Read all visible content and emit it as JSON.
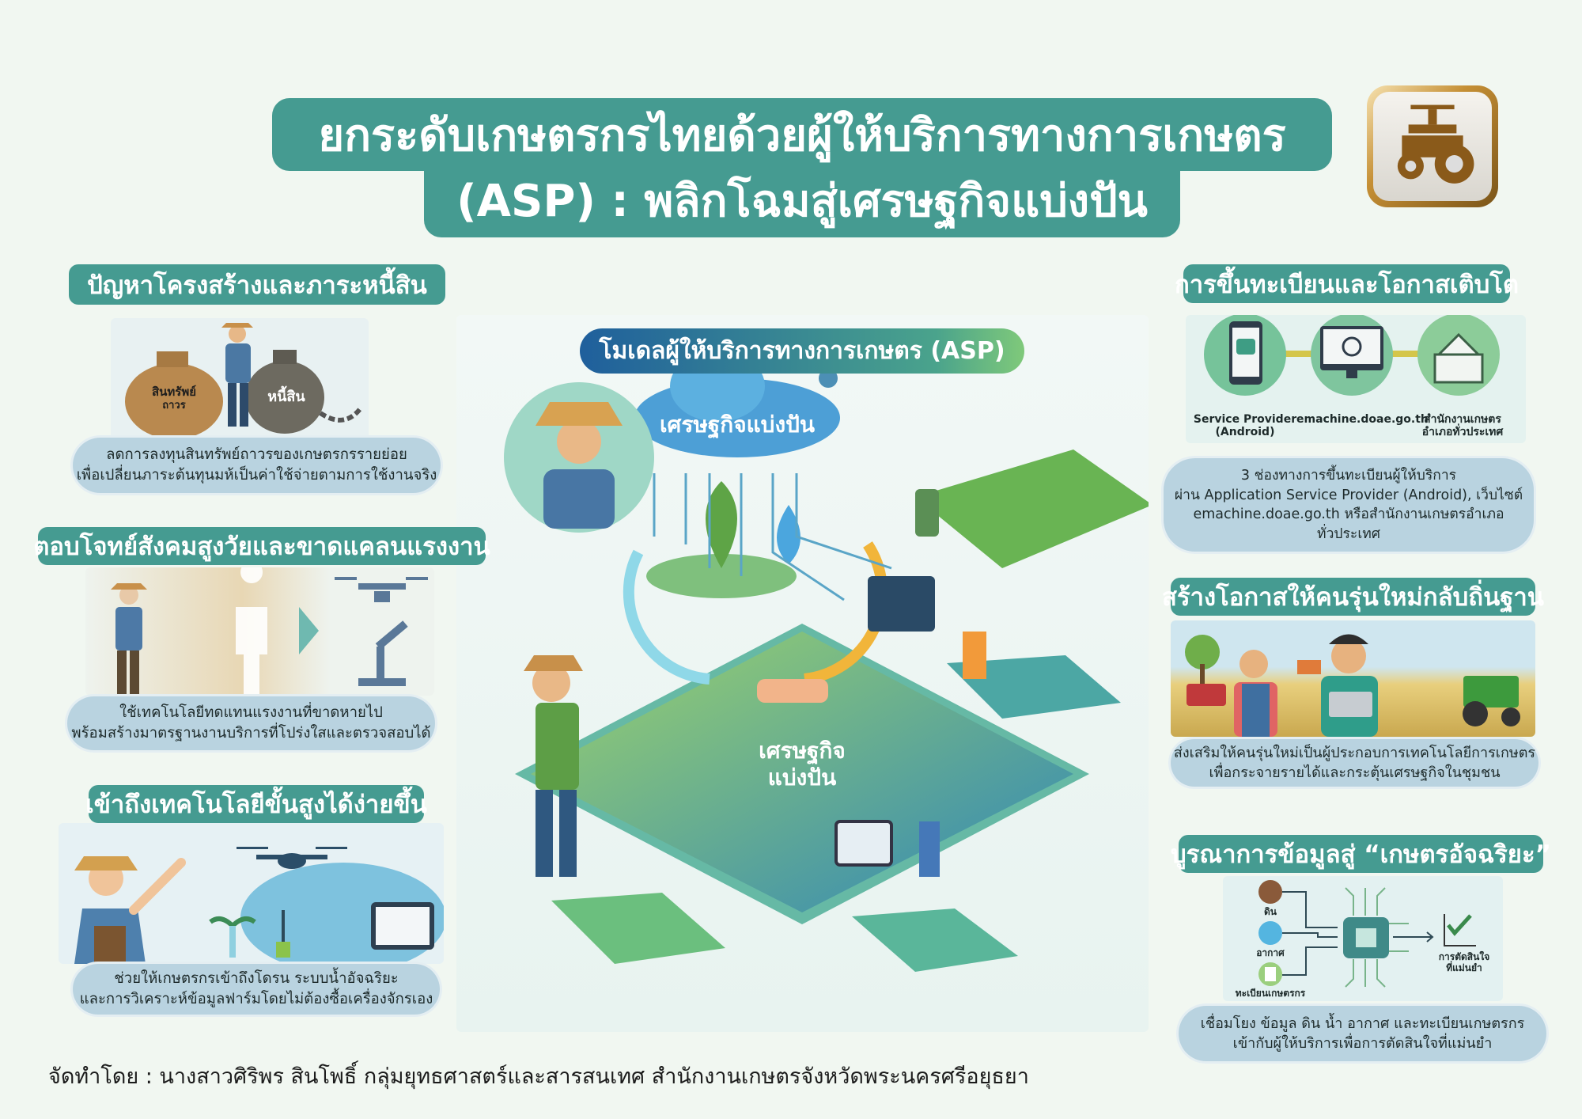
{
  "title": {
    "line1": "ยกระดับเกษตรกรไทยด้วยผู้ให้บริการทางการเกษตร",
    "line2": "(ASP) : พลิกโฉมสู่เศรษฐกิจแบ่งปัน"
  },
  "logo": {
    "icon": "tractor-drone-icon"
  },
  "left": [
    {
      "heading": "ปัญหาโครงสร้างและภาระหนี้สิน",
      "image_labels": [
        "สินทรัพย์",
        "ถาวร",
        "หนี้สิน"
      ],
      "caption": [
        "ลดการลงทุนสินทรัพย์ถาวรของเกษตรกรรายย่อย",
        "เพื่อเปลี่ยนภาระต้นทุนมห้เป็นค่าใช้จ่ายตามการใช้งานจริง"
      ]
    },
    {
      "heading": "ตอบโจทย์สังคมสูงวัยและขาดแคลนแรงงาน",
      "caption": [
        "ใช้เทคโนโลยีทดแทนแรงงานที่ขาดหายไป",
        "พร้อมสร้างมาตรฐานงานบริการที่โปร่งใสและตรวจสอบได้"
      ]
    },
    {
      "heading": "เข้าถึงเทคโนโลยีขั้นสูงได้ง่ายขึ้น",
      "caption": [
        "ช่วยให้เกษตรกรเข้าถึงโดรน ระบบน้ำอัจฉริยะ",
        "และการวิเคราะห์ข้อมูลฟาร์มโดยไม่ต้องซื้อเครื่องจักรเอง"
      ]
    }
  ],
  "center": {
    "heading": "โมเดลผู้ให้บริการทางการเกษตร (ASP)",
    "cloud_label": "เศรษฐกิจแบ่งปัน",
    "platform_label": [
      "เศรษฐกิจ",
      "แบ่งปัน"
    ]
  },
  "right": [
    {
      "heading": "การขึ้นทะเบียนและโอกาสเติบโต",
      "channels": [
        [
          "Service Provider",
          "(Android)"
        ],
        [
          "emachine.doae.go.th",
          ""
        ],
        [
          "สำนักงานเกษตร",
          "อำเภอทั่วประเทศ"
        ]
      ],
      "caption": [
        "3 ช่องทางการขึ้นทะเบียนผู้ให้บริการ",
        "ผ่าน Application Service Provider (Android), เว็บไซต์",
        "emachine.doae.go.th หรือสำนักงานเกษตรอำเภอ",
        "ทั่วประเทศ"
      ]
    },
    {
      "heading": "สร้างโอกาสให้คนรุ่นใหม่กลับถิ่นฐาน",
      "caption": [
        "ส่งเสริมให้คนรุ่นใหม่เป็นผู้ประกอบการเทคโนโลยีการเกษตร",
        "เพื่อกระจายรายได้และกระตุ้นเศรษฐกิจในชุมชน"
      ]
    },
    {
      "heading": "บูรณาการข้อมูลสู่ “เกษตรอัจฉริยะ”",
      "inputs": [
        "ดิน",
        "อากาศ",
        "ทะเบียนเกษตรกร"
      ],
      "output": [
        "การตัดสินใจ",
        "ที่แม่นยำ"
      ],
      "caption": [
        "เชื่อมโยง ข้อมูล ดิน น้ำ อากาศ และทะเบียนเกษตรกร",
        "เข้ากับผู้ให้บริการเพื่อการตัดสินใจที่แม่นยำ"
      ]
    }
  ],
  "footer": "จัดทำโดย : นางสาวศิริพร สินโพธิ์ กลุ่มยุทธศาสตร์และสารสนเทศ สำนักงานเกษตรจังหวัดพระนครศรีอยุธยา",
  "colors": {
    "teal": "#459b91",
    "caption": "#b9d3e0",
    "bg": "#f1f7f1"
  }
}
